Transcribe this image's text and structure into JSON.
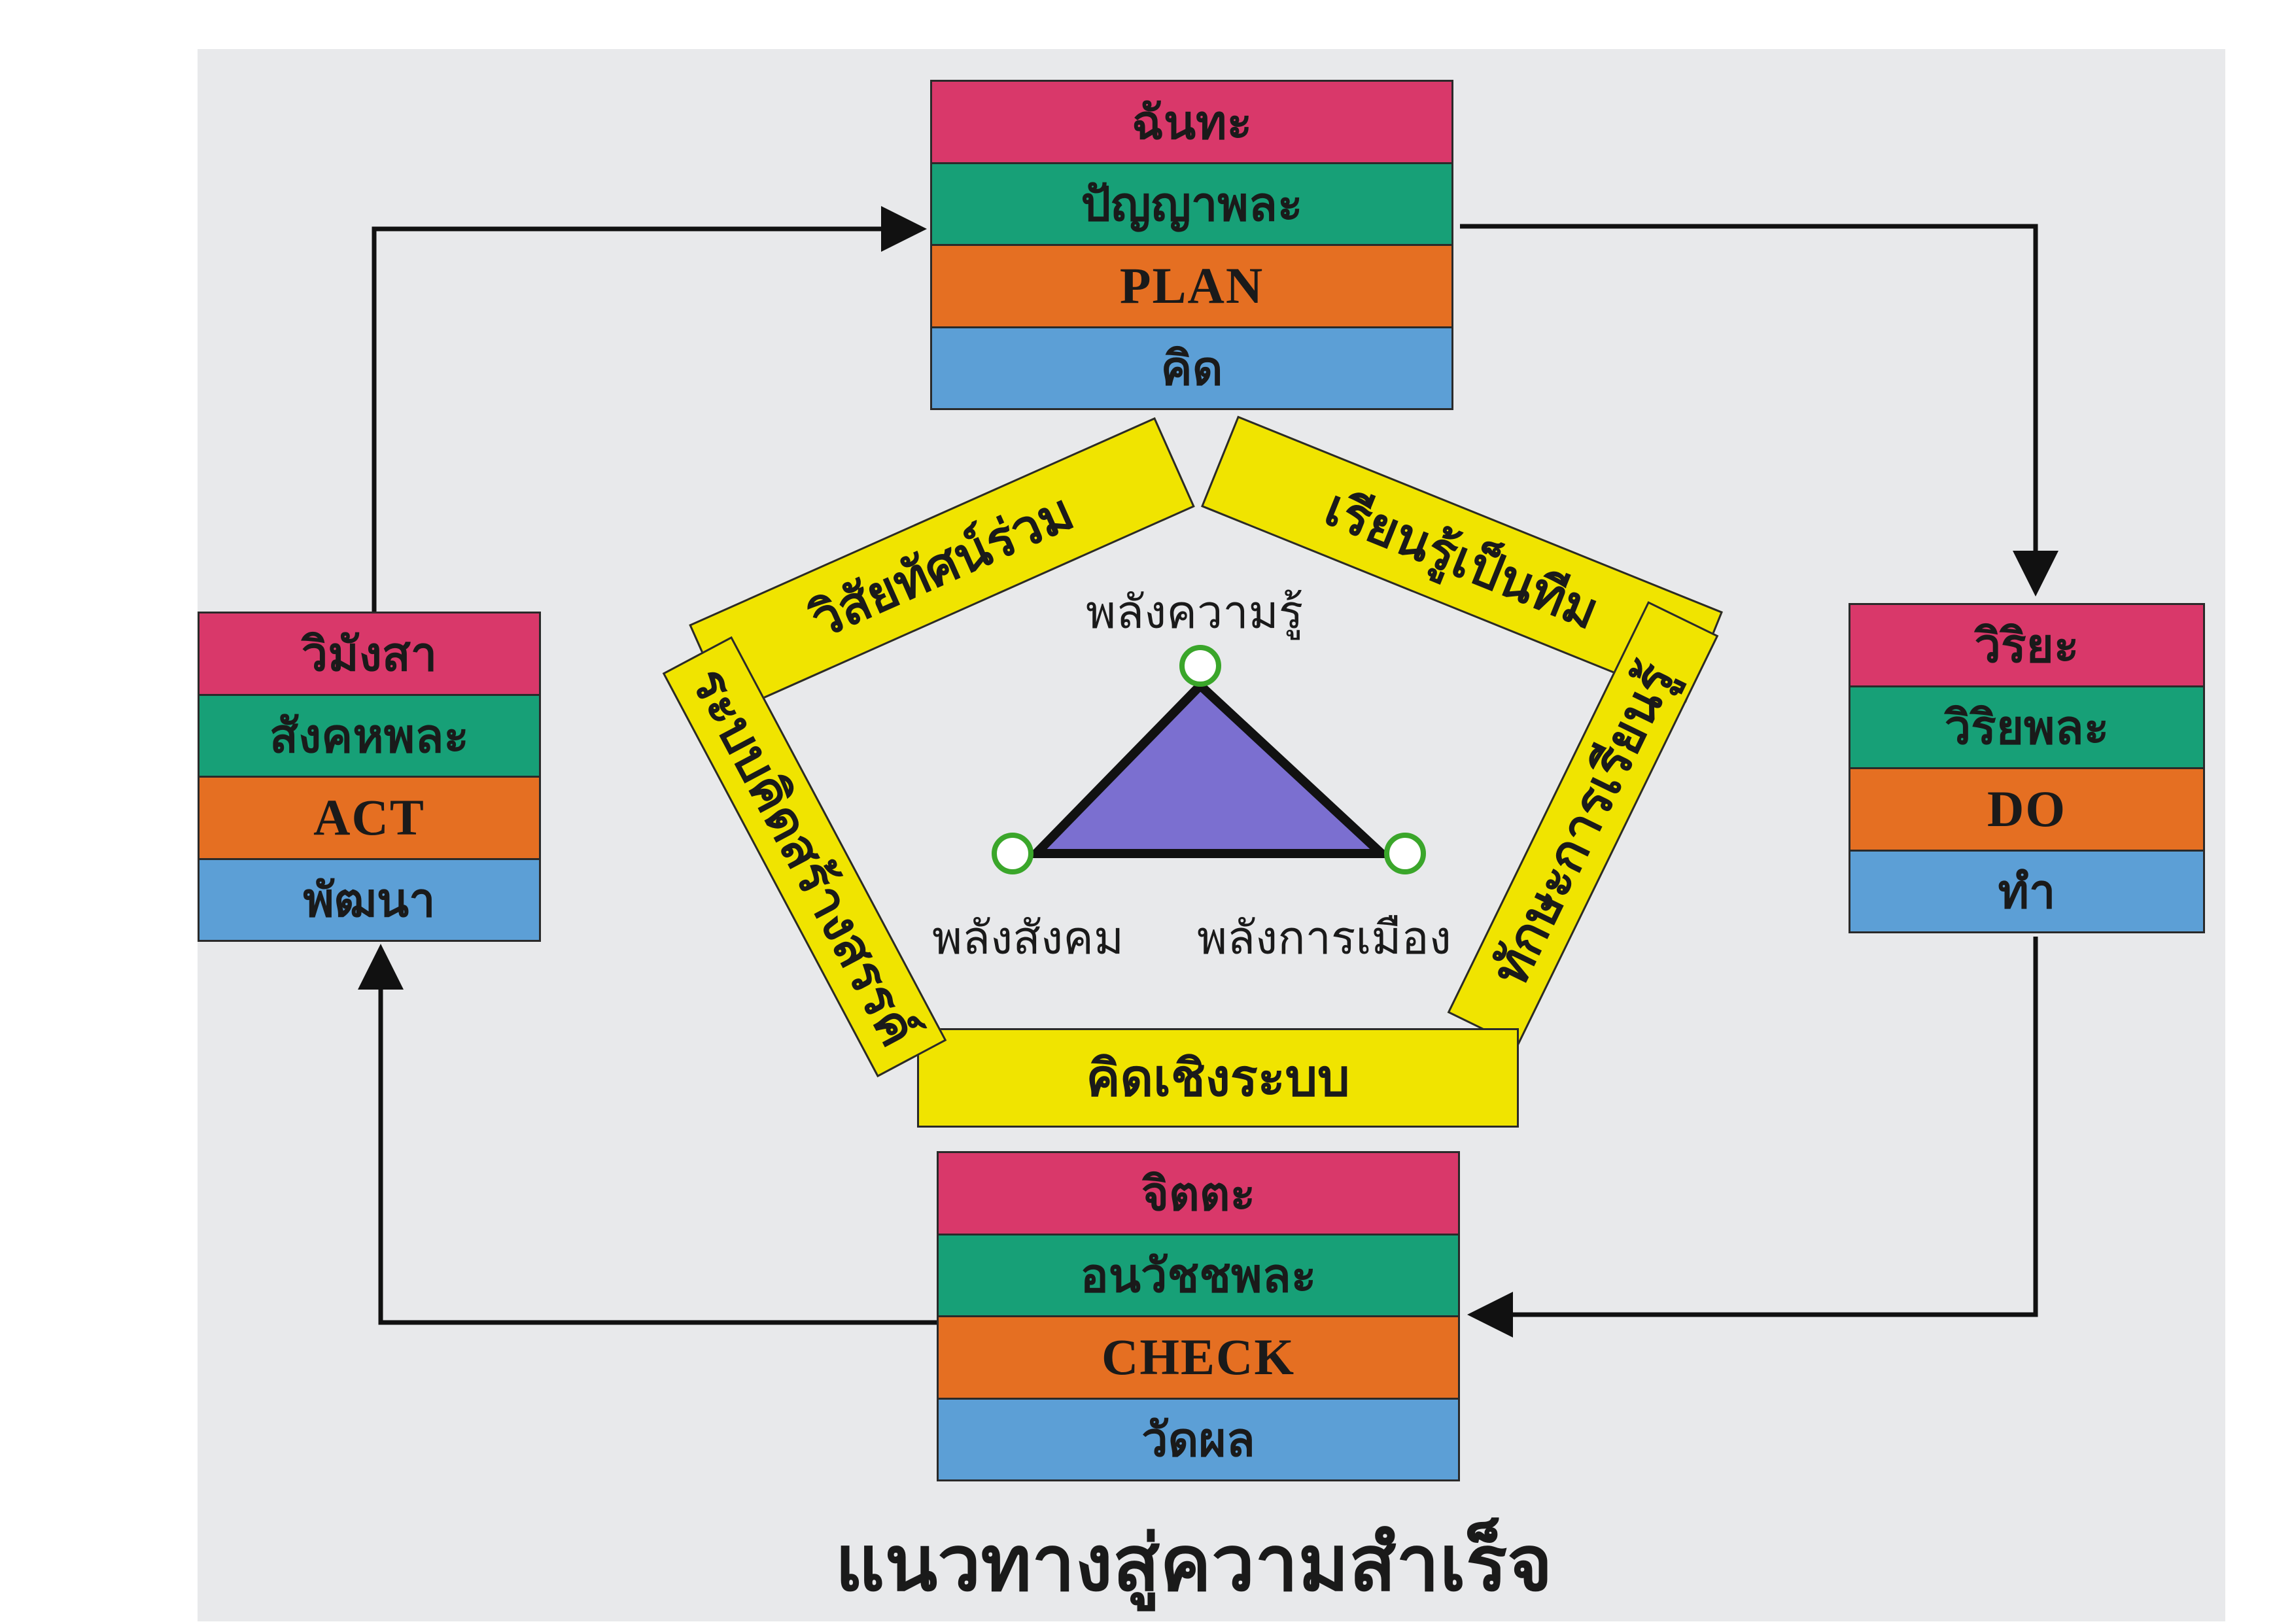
{
  "plan_box": [
    "ฉันทะ",
    "ปัญญาพละ",
    "PLAN",
    "คิด"
  ],
  "do_box": [
    "วิริยะ",
    "วิริยพละ",
    "DO",
    "ทำ"
  ],
  "check_box": [
    "จิตตะ",
    "อนวัชชพละ",
    "CHECK",
    "วัดผล"
  ],
  "act_box": [
    "วิมังสา",
    "สังคหพละ",
    "ACT",
    "พัฒนา"
  ],
  "pentagon": {
    "top_left": "วิสัยทัศน์ร่วม",
    "top_right": "เรียนรู้เป็นทีม",
    "right": "ทักษะการเรียนรู้",
    "bottom": "คิดเชิงระบบ",
    "left": "ระบบคิดสร้างสรรค์"
  },
  "triangle": {
    "top": "พลังความรู้",
    "left": "พลังสังคม",
    "right": "พลังการเมือง"
  },
  "title": "แนวทางสู่ความสำเร็จ",
  "colors": {
    "pink": "#d9386a",
    "green": "#17a077",
    "orange": "#e56f22",
    "blue": "#5c9fd6",
    "yellow": "#f0e400",
    "triangle": "#7b6fd0",
    "node_ring": "#3aa62a"
  }
}
